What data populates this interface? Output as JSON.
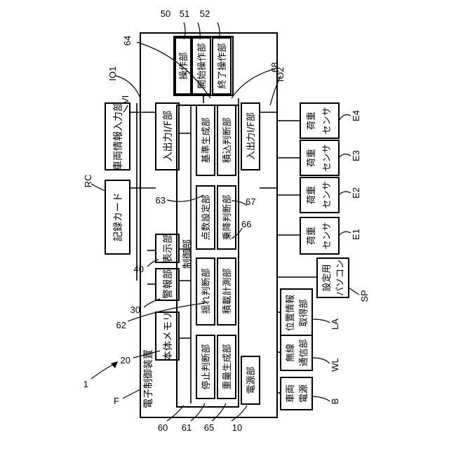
{
  "labels": {
    "figure": "1",
    "F": "F",
    "VI": "VI",
    "RC": "RC",
    "IO1": "IO1",
    "IO2": "IO2",
    "n40": "40",
    "n30": "30",
    "n20": "20",
    "n62": "62",
    "n63": "63",
    "n64": "64",
    "n66": "66",
    "n67": "67",
    "n68": "68",
    "n60": "60",
    "n61": "61",
    "n65": "65",
    "n10": "10",
    "n50": "50",
    "n51": "51",
    "n52": "52",
    "E1": "E1",
    "E2": "E2",
    "E3": "E3",
    "E4": "E4",
    "SP": "SP",
    "LA": "LA",
    "WL": "WL",
    "B": "B"
  },
  "blocks": {
    "vehicle_info_input": "車両情報入力部",
    "record_card": "記録カード",
    "electronic_control": "電子制御装置",
    "display": "表示部",
    "alarm": "警報部",
    "main_memory": "本体メモリ",
    "io_if_1": "入出力I/F部",
    "io_if_2": "入出力I/F部",
    "control": "制御部",
    "stop_judge": "停止判断部",
    "weight_gen": "重量生成部",
    "shake_judge": "揺れ判断部",
    "load_measure": "積載計測部",
    "point_set": "点数設定部",
    "board_judge": "乗降判断部",
    "ref_gen": "基準生成部",
    "load_judge": "積込判断部",
    "operation": "操作部",
    "start_op": "開始操作部",
    "end_op": "終了操作部",
    "power": "電源部",
    "load_sensor": "荷重センサ",
    "pc_setting": [
      "設定用",
      "パソコン"
    ],
    "position_info": [
      "位置情報",
      "取得部"
    ],
    "wireless": [
      "無線",
      "通信部"
    ],
    "vehicle_power": [
      "車両",
      "電源"
    ]
  }
}
